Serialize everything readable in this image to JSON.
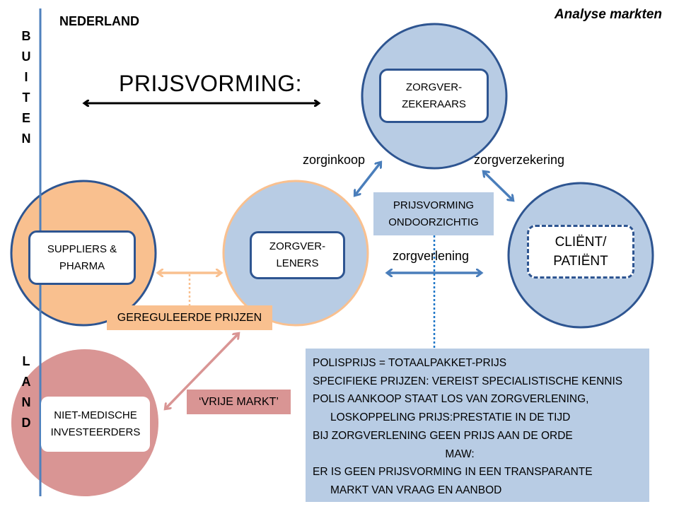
{
  "header": {
    "title": "Analyse markten",
    "country_label": "NEDERLAND",
    "outside_label_top": [
      "B",
      "U",
      "I",
      "T",
      "E",
      "N"
    ],
    "outside_label_bottom": [
      "L",
      "A",
      "N",
      "D"
    ]
  },
  "main_title": "PRIJSVORMING:",
  "nodes": {
    "insurers": {
      "label_line1": "ZORGVER-",
      "label_line2": "ZEKERAARS"
    },
    "providers": {
      "label_line1": "ZORGVER-",
      "label_line2": "LENERS"
    },
    "suppliers": {
      "label_line1": "SUPPLIERS &",
      "label_line2": "PHARMA"
    },
    "client": {
      "label_line1": "CLIËNT/",
      "label_line2": "PATIËNT"
    },
    "investors": {
      "label_line1": "NIET-MEDISCHE",
      "label_line2": "INVESTEERDERS"
    }
  },
  "relations": {
    "zorginkoop": "zorginkoop",
    "zorgverzekering": "zorgverzekering",
    "zorgverlening": "zorgverlening"
  },
  "tags": {
    "opaque_line1": "PRIJSVORMING",
    "opaque_line2": "ONDOORZICHTIG",
    "regulated": "GEREGULEERDE  PRIJZEN",
    "free_market": "‘VRIJE MARKT’"
  },
  "info_box": {
    "lines": [
      "POLISPRIJS = TOTAALPAKKET-PRIJS",
      "SPECIFIEKE PRIJZEN: VEREIST SPECIALISTISCHE KENNIS",
      "POLIS AANKOOP STAAT LOS VAN ZORGVERLENING,",
      "LOSKOPPELING PRIJS:PRESTATIE IN DE TIJD",
      "BIJ ZORGVERLENING GEEN PRIJS AAN DE ORDE",
      "MAW:",
      "ER IS GEEN PRIJSVORMING IN EEN TRANSPARANTE",
      "MARKT VAN VRAAG EN AANBOD"
    ]
  },
  "colors": {
    "blue_fill": "#b8cce4",
    "blue_stroke": "#2e5591",
    "arrow_blue": "#4a7ebb",
    "orange_fill": "#f9c08f",
    "pink_fill": "#d99594",
    "divider_blue": "#4f81bd"
  }
}
